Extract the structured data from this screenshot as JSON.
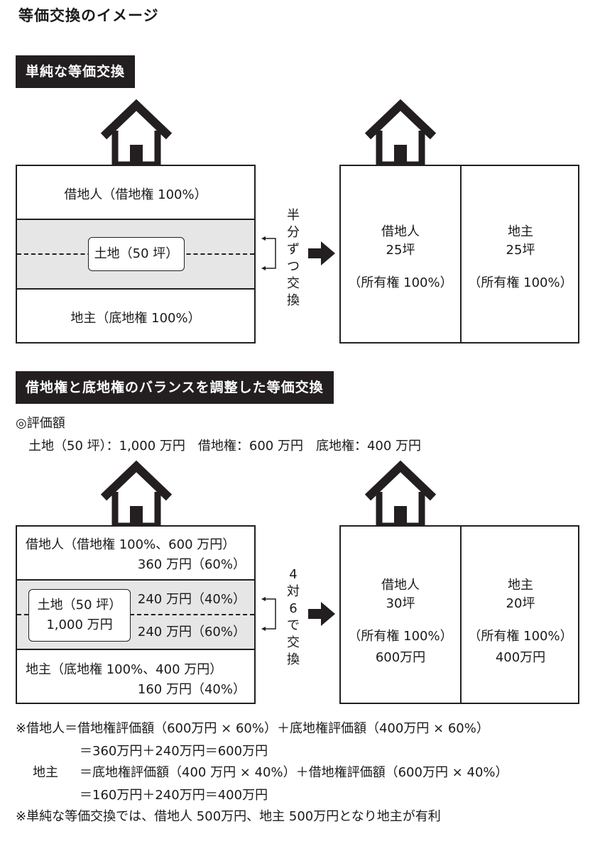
{
  "title": "等価交換のイメージ",
  "section1": {
    "label": "単純な等価交換",
    "left": {
      "top": "借地人（借地権 100%）",
      "land": "土地（50 坪）",
      "bottom": "地主（底地権 100%）"
    },
    "arrow_text": [
      "半",
      "分",
      "ず",
      "つ",
      "交",
      "換"
    ],
    "right": {
      "a": {
        "name": "借地人",
        "area": "25坪",
        "right": "（所有権 100%）"
      },
      "b": {
        "name": "地主",
        "area": "25坪",
        "right": "（所有権 100%）"
      }
    }
  },
  "section2": {
    "label": "借地権と底地権のバランスを調整した等価交換",
    "valuation_heading": "◎評価額",
    "valuation_line": "土地（50 坪）：1,000 万円　借地権：600 万円　底地権：400 万円",
    "left": {
      "top_line1": "借地人（借地権 100%、600 万円）",
      "top_line2": "360 万円（60%）",
      "land_line1": "土地（50 坪）",
      "land_line2": "1,000 万円",
      "mid_upper": "240 万円（40%）",
      "mid_lower": "240 万円（60%）",
      "bottom_line1": "地主（底地権 100%、400 万円）",
      "bottom_line2": "160 万円（40%）"
    },
    "arrow_text": [
      "4",
      "対",
      "6",
      "で",
      "交",
      "換"
    ],
    "right": {
      "a": {
        "name": "借地人",
        "area": "30坪",
        "right": "（所有権 100%）",
        "value": "600万円"
      },
      "b": {
        "name": "地主",
        "area": "20坪",
        "right": "（所有権 100%）",
        "value": "400万円"
      }
    }
  },
  "notes": {
    "l1": "※借地人＝借地権評価額（600万円 × 60%）＋底地権評価額（400万円 × 60%）",
    "l2": "＝360万円＋240万円＝600万円",
    "l3a": "地主",
    "l3b": "＝底地権評価額（400 万円 × 40%）＋借地権評価額（600万円 × 40%）",
    "l4": "＝160万円＋240万円＝400万円",
    "l5": "※単純な等価交換では、借地人 500万円、地主 500万円となり地主が有利"
  }
}
